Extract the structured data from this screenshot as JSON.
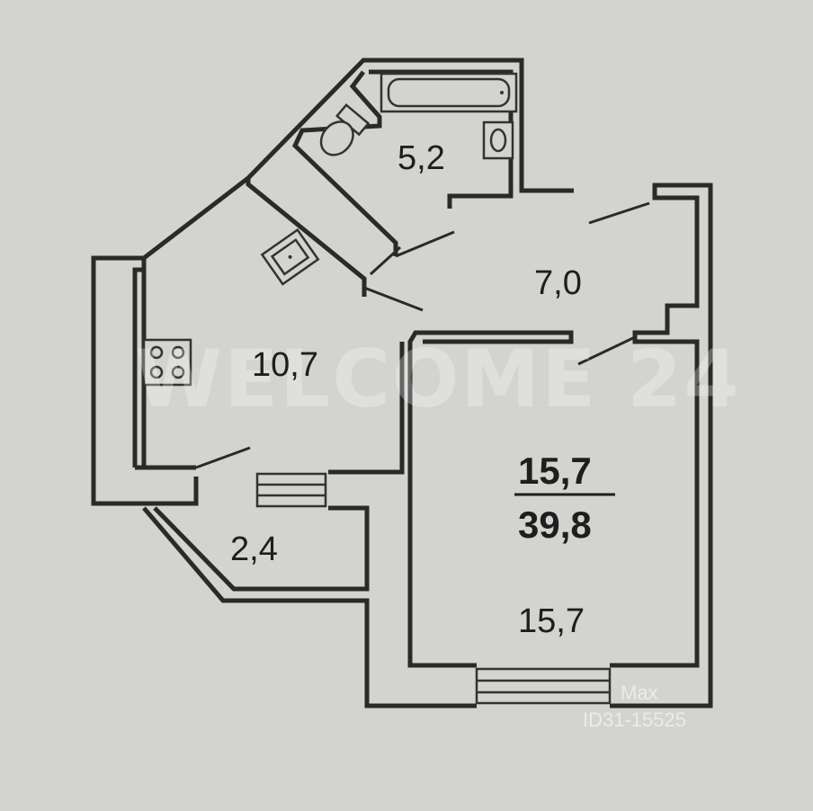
{
  "plan": {
    "rooms": [
      {
        "id": "bathroom",
        "area": "5,2"
      },
      {
        "id": "hall",
        "area": "7,0"
      },
      {
        "id": "kitchen",
        "area": "10,7"
      },
      {
        "id": "loggia",
        "area": "2,4"
      },
      {
        "id": "living-room",
        "area": "15,7"
      }
    ],
    "summary": {
      "living_area": "15,7",
      "total_area": "39,8"
    }
  },
  "watermarks": {
    "main": "WELCOME 24",
    "brand": "Max",
    "id_text": "ID31-15525"
  },
  "colors": {
    "background": "#d3d3cf",
    "lines": "#2a2a2a",
    "text": "#1e1e1e"
  }
}
